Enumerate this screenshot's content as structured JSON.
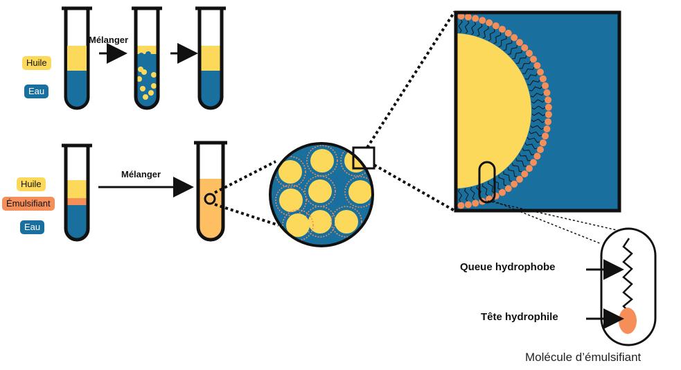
{
  "colors": {
    "oil": "#fcd95b",
    "water": "#19709e",
    "emulsifier": "#f58e58",
    "emulsion": "#fdbf62",
    "outline": "#111111"
  },
  "top_row": {
    "label_oil": "Huile",
    "label_water": "Eau",
    "mix_label": "Mélanger"
  },
  "bottom_row": {
    "label_oil": "Huile",
    "label_emulsifier": "Émulsifiant",
    "label_water": "Eau",
    "mix_label": "Mélanger"
  },
  "molecule": {
    "tail_label": "Queue hydrophobe",
    "head_label": "Tête hydrophile",
    "caption": "Molécule d’émulsifiant"
  }
}
